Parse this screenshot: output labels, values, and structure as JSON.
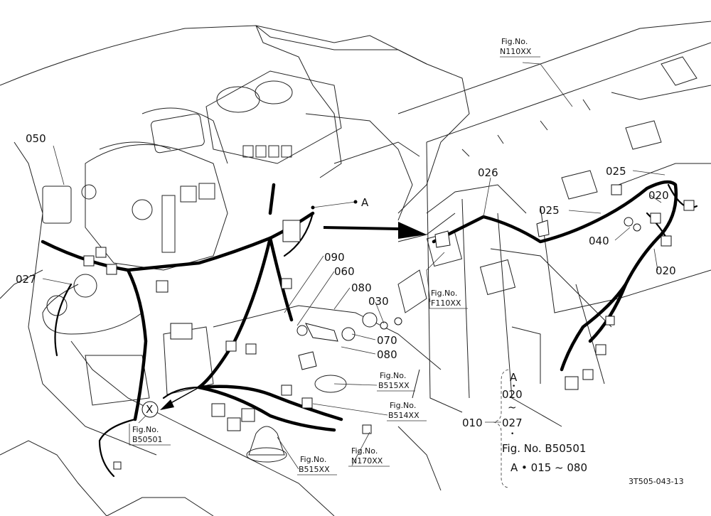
{
  "callouts": {
    "c050": "050",
    "c027": "027",
    "cA": "A",
    "c090": "090",
    "c060": "060",
    "c080a": "080",
    "c030": "030",
    "c070": "070",
    "c080b": "080",
    "c026": "026",
    "c025a": "025",
    "c025b": "025",
    "c020a": "020",
    "c040": "040",
    "c020b": "020",
    "cX": "X"
  },
  "fig_refs": {
    "n110": {
      "label": "Fig.No.",
      "code": "N110XX"
    },
    "f110": {
      "label": "Fig.No.",
      "code": "F110XX"
    },
    "b515a": {
      "label": "Fig.No.",
      "code": "B515XX"
    },
    "b514": {
      "label": "Fig.No.",
      "code": "B514XX"
    },
    "b50501": {
      "label": "Fig.No.",
      "code": "B50501"
    },
    "b515b": {
      "label": "Fig.No.",
      "code": "B515XX"
    },
    "n170": {
      "label": "Fig.No.",
      "code": "N170XX"
    }
  },
  "legend": {
    "a": "A",
    "dot1": "•",
    "from": "020",
    "tilde": "~",
    "to": "027",
    "dot2": "•",
    "main": "010",
    "fig": "Fig. No. B50501",
    "range": "A • 015 ~ 080"
  },
  "drawing_code": "3T505-043-13"
}
